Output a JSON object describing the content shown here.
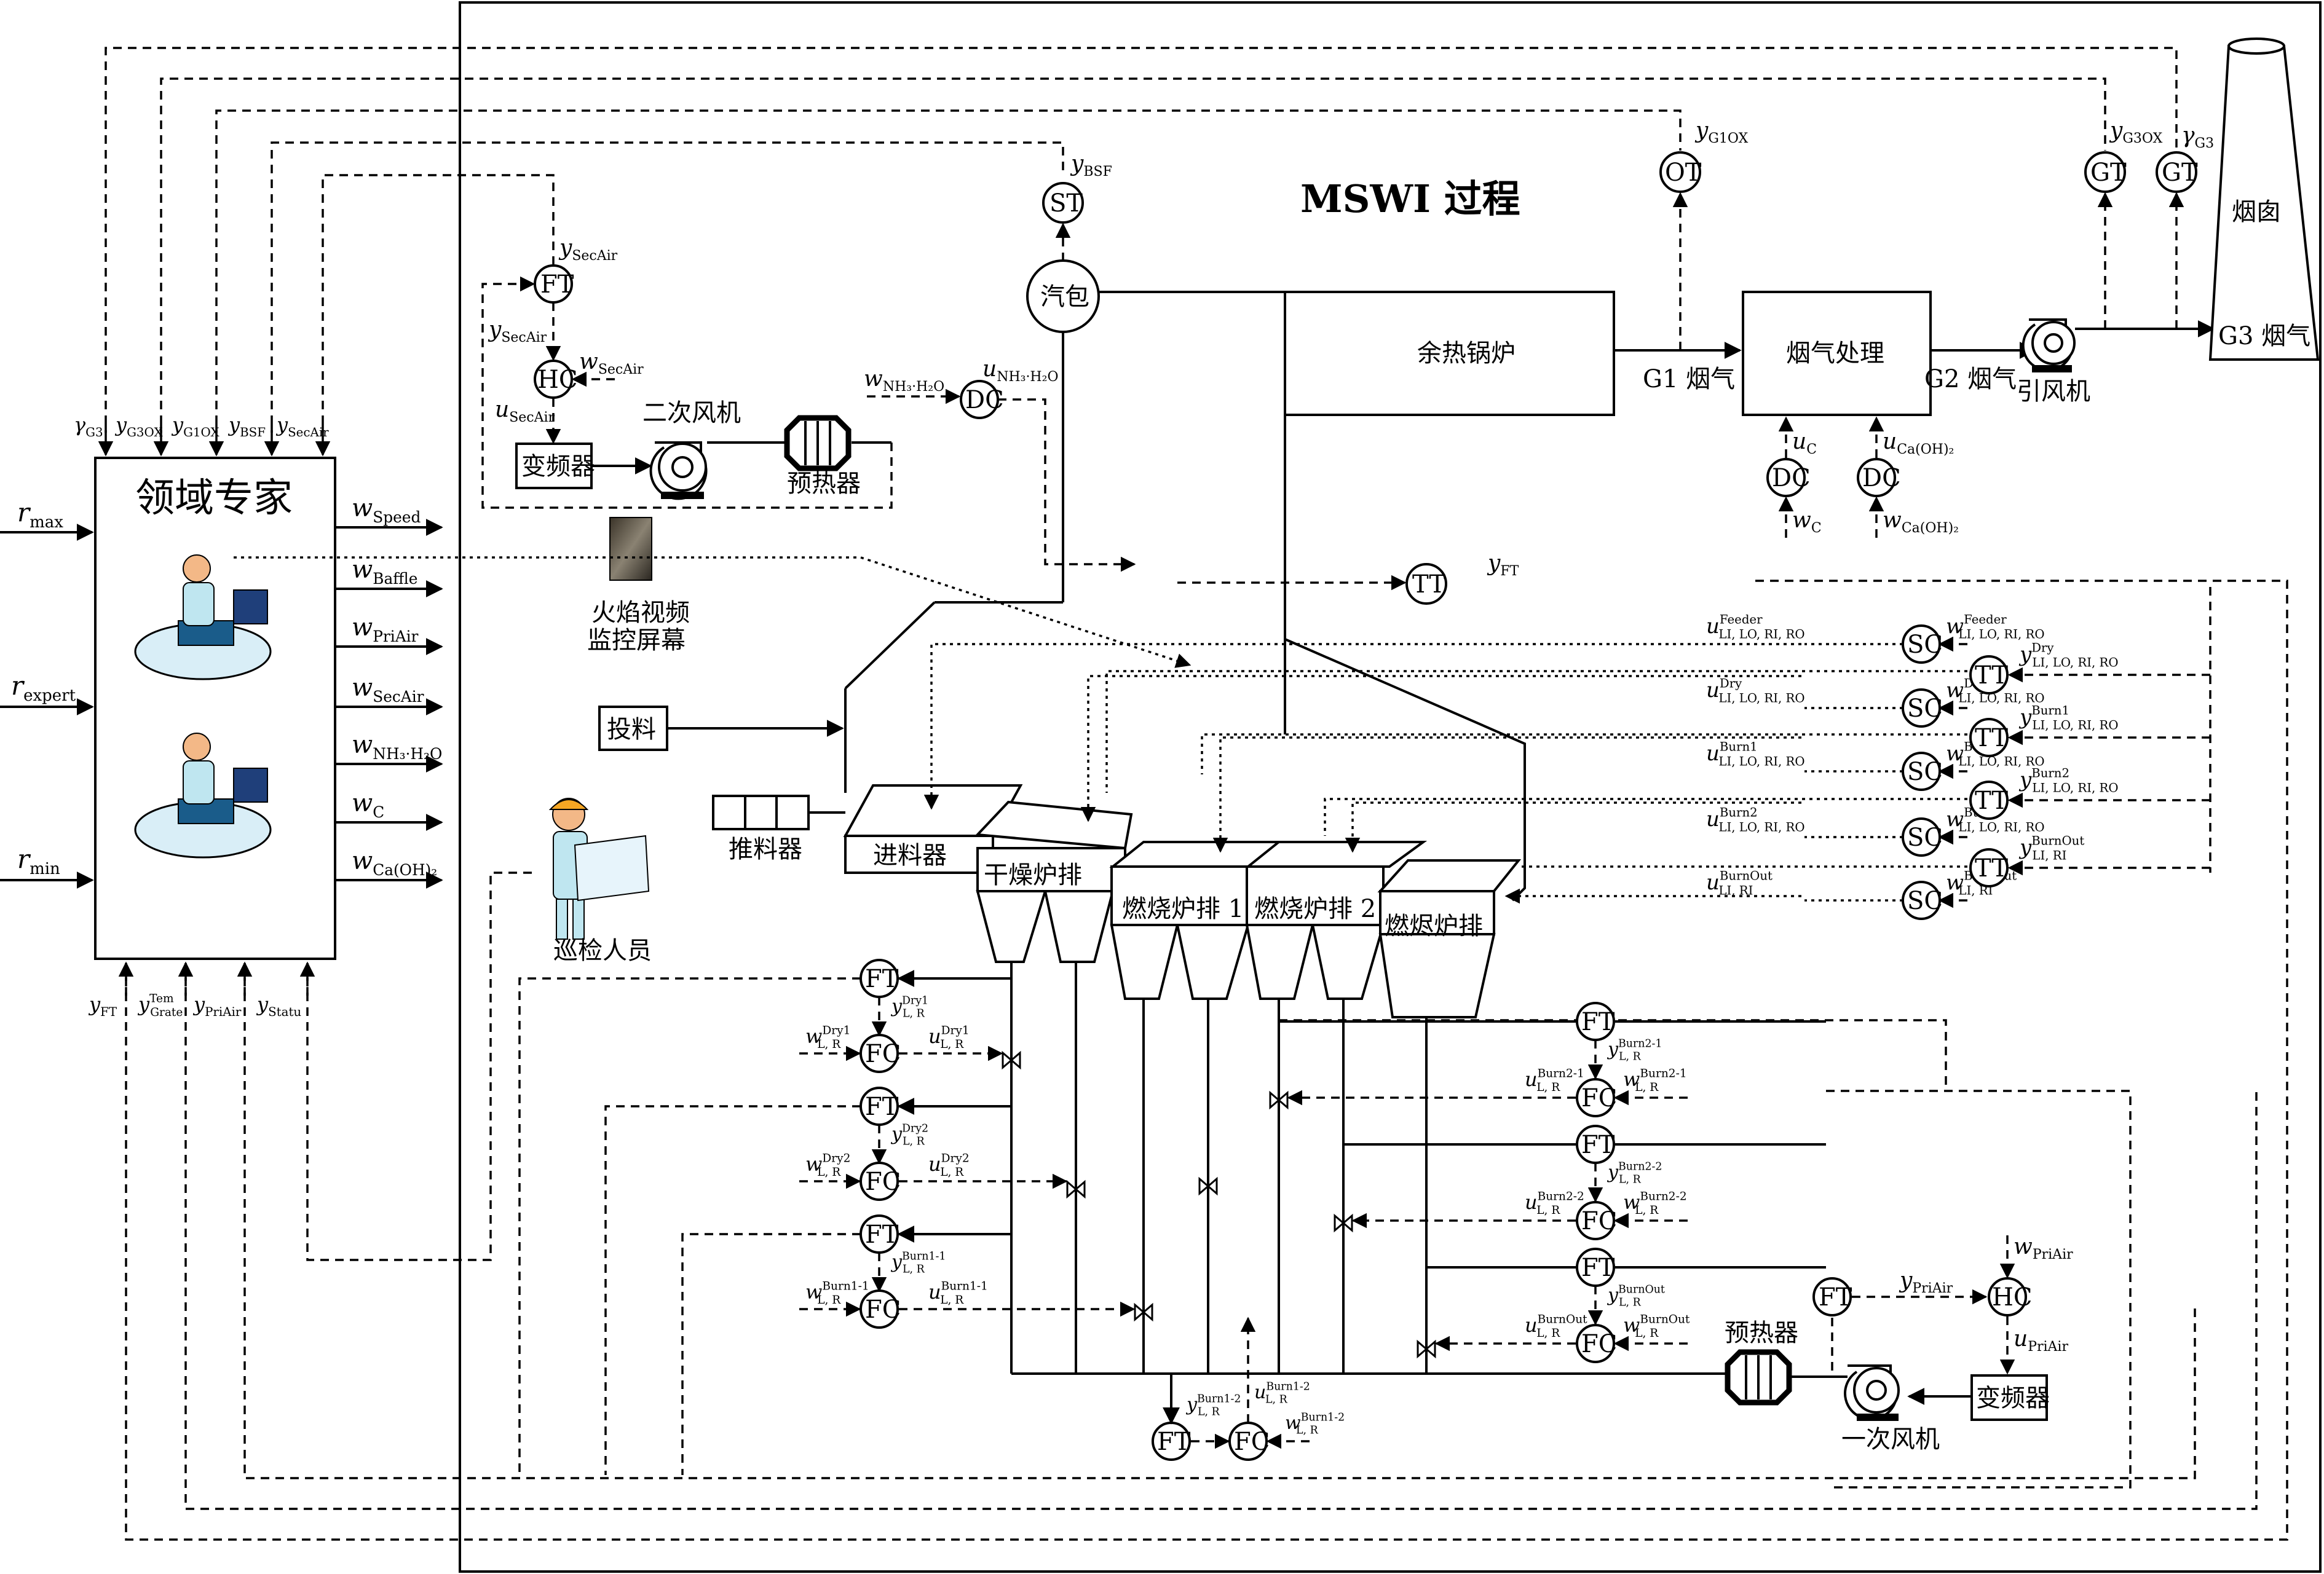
{
  "process_title": "MSWI 过程",
  "expert": {
    "title": "领域专家",
    "inputs_left": [
      "r",
      "max",
      "r",
      "expert",
      "r",
      "min"
    ],
    "outputs_right": [
      [
        "w",
        "Speed"
      ],
      [
        "w",
        "Baffle"
      ],
      [
        "w",
        "PriAir"
      ],
      [
        "w",
        "SecAir"
      ],
      [
        "w",
        "NH₃·H₂O"
      ],
      [
        "w",
        "C"
      ],
      [
        "w",
        "Ca(OH)₂"
      ]
    ],
    "inputs_top": [
      [
        "γ",
        "G3"
      ],
      [
        "y",
        "G3OX"
      ],
      [
        "y",
        "G1OX"
      ],
      [
        "y",
        "BSF"
      ],
      [
        "y",
        "SecAir"
      ]
    ],
    "inputs_bottom": [
      [
        "y",
        "FT"
      ],
      [
        "y",
        "Grate",
        "Tem"
      ],
      [
        "y",
        "PriAir"
      ],
      [
        "y",
        "Statu"
      ]
    ]
  },
  "units": {
    "drum": "汽包",
    "boiler": "余热锅炉",
    "flue_treat": "烟气处理",
    "chimney": "烟囱",
    "g1": "G1 烟气",
    "g2": "G2 烟气",
    "g3": "G3 烟气",
    "id_fan": "引风机",
    "sec_fan": "二次风机",
    "vfd_sec": "变频器",
    "preheater_sec": "预热器",
    "flame_video": "火焰视频",
    "monitor": "监控屏幕",
    "feeding": "投料",
    "pusher": "推料器",
    "feeder": "进料器",
    "dry": "干燥炉排",
    "burn1": "燃烧炉排 1",
    "burn2": "燃烧炉排 2",
    "burnout": "燃烬炉排",
    "inspector": "巡检人员",
    "preheater_pri": "预热器",
    "pri_fan": "一次风机",
    "vfd_pri": "变频器"
  },
  "instruments": {
    "ST": "ST",
    "OT": "OT",
    "GT": "GT",
    "TT": "TT",
    "FT": "FT",
    "HC": "HC",
    "DC": "DC",
    "SC": "SC",
    "FC": "FC"
  },
  "signals": {
    "y_BSF": [
      "y",
      "BSF"
    ],
    "y_G1OX": [
      "y",
      "G1OX"
    ],
    "y_G3OX": [
      "y",
      "G3OX"
    ],
    "gamma_G3": [
      "γ",
      "G3"
    ],
    "y_SecAir": [
      "y",
      "SecAir"
    ],
    "w_SecAir": [
      "w",
      "SecAir"
    ],
    "u_SecAir": [
      "u",
      "SecAir"
    ],
    "w_NH3": [
      "w",
      "NH₃·H₂O"
    ],
    "u_NH3": [
      "u",
      "NH₃·H₂O"
    ],
    "u_C": [
      "u",
      "C"
    ],
    "w_C": [
      "w",
      "C"
    ],
    "u_CaOH": [
      "u",
      "Ca(OH)₂"
    ],
    "w_CaOH": [
      "w",
      "Ca(OH)₂"
    ],
    "y_FT": [
      "y",
      "FT"
    ],
    "y_PriAir": [
      "y",
      "PriAir"
    ],
    "w_PriAir": [
      "w",
      "PriAir"
    ],
    "u_PriAir": [
      "u",
      "PriAir"
    ],
    "sc_rows": [
      {
        "u": [
          "u",
          "LI, LO, RI, RO",
          "Feeder"
        ],
        "w": [
          "w",
          "LI, LO, RI, RO",
          "Feeder"
        ]
      },
      {
        "u": [
          "u",
          "LI, LO, RI, RO",
          "Dry"
        ],
        "w": [
          "w",
          "LI, LO, RI, RO",
          "Dry"
        ]
      },
      {
        "u": [
          "u",
          "LI, LO, RI, RO",
          "Burn1"
        ],
        "w": [
          "w",
          "LI, LO, RI, RO",
          "Burn1"
        ]
      },
      {
        "u": [
          "u",
          "LI, LO, RI, RO",
          "Burn2"
        ],
        "w": [
          "w",
          "LI, LO, RI, RO",
          "Burn1"
        ]
      },
      {
        "u": [
          "u",
          "LI, RI",
          "BurnOut"
        ],
        "w": [
          "w",
          "LI, RI",
          "BurnOut"
        ]
      }
    ],
    "tt_rows": [
      [
        "y",
        "LI, LO, RI, RO",
        "Dry"
      ],
      [
        "y",
        "LI, LO, RI, RO",
        "Burn1"
      ],
      [
        "y",
        "LI, LO, RI, RO",
        "Burn2"
      ],
      [
        "y",
        "LI, RI",
        "BurnOut"
      ]
    ],
    "left_fc": [
      {
        "y": [
          "y",
          "L, R",
          "Dry1"
        ],
        "w": [
          "w",
          "L, R",
          "Dry1"
        ],
        "u": [
          "u",
          "L, R",
          "Dry1"
        ]
      },
      {
        "y": [
          "y",
          "L, R",
          "Dry2"
        ],
        "w": [
          "w",
          "L, R",
          "Dry2"
        ],
        "u": [
          "u",
          "L, R",
          "Dry2"
        ]
      },
      {
        "y": [
          "y",
          "L, R",
          "Burn1-1"
        ],
        "w": [
          "w",
          "L, R",
          "Burn1-1"
        ],
        "u": [
          "u",
          "L, R",
          "Burn1-1"
        ]
      }
    ],
    "right_fc": [
      {
        "y": [
          "y",
          "L, R",
          "Burn2-1"
        ],
        "u": [
          "u",
          "L, R",
          "Burn2-1"
        ],
        "w": [
          "w",
          "L, R",
          "Burn2-1"
        ]
      },
      {
        "y": [
          "y",
          "L, R",
          "Burn2-2"
        ],
        "u": [
          "u",
          "L, R",
          "Burn2-2"
        ],
        "w": [
          "w",
          "L, R",
          "Burn2-2"
        ]
      },
      {
        "y": [
          "y",
          "L, R",
          "BurnOut"
        ],
        "u": [
          "u",
          "L, R",
          "BurnOut"
        ],
        "w": [
          "w",
          "L, R",
          "BurnOut"
        ]
      }
    ],
    "bottom_fc": {
      "y": [
        "y",
        "L, R",
        "Burn1-2"
      ],
      "u": [
        "u",
        "L, R",
        "Burn1-2"
      ],
      "w": [
        "w",
        "L, R",
        "Burn1-2"
      ]
    }
  }
}
